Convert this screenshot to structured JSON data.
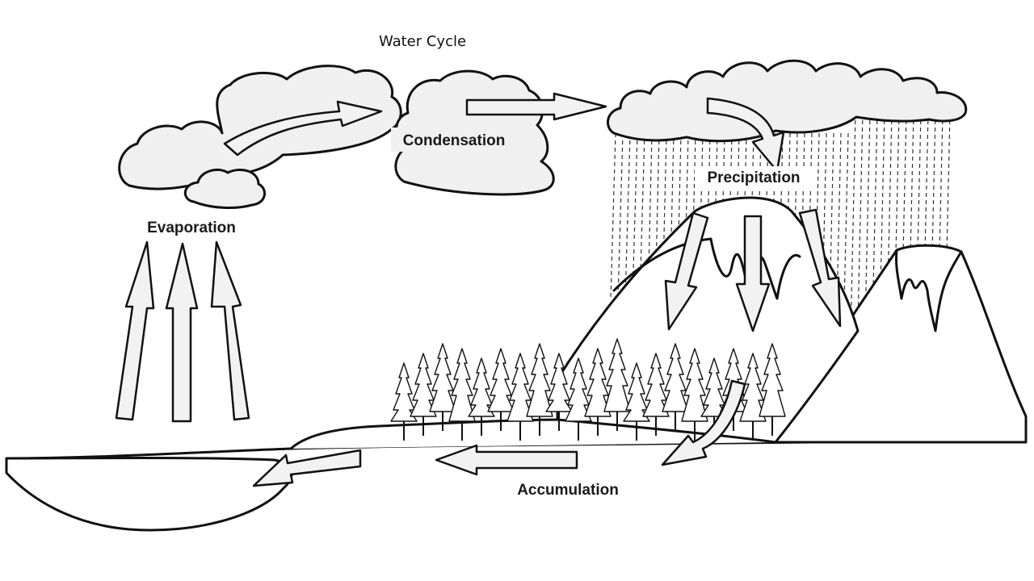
{
  "title": "Water Cycle",
  "labels": {
    "evaporation": "Evaporation",
    "condensation": "Condensation",
    "precipitation": "Precipitation",
    "accumulation": "Accumulation"
  },
  "colors": {
    "ink": "#111111",
    "cloud_fill": "#f0f0f0",
    "arrow_fill": "#f2f2f2",
    "background": "#ffffff"
  }
}
